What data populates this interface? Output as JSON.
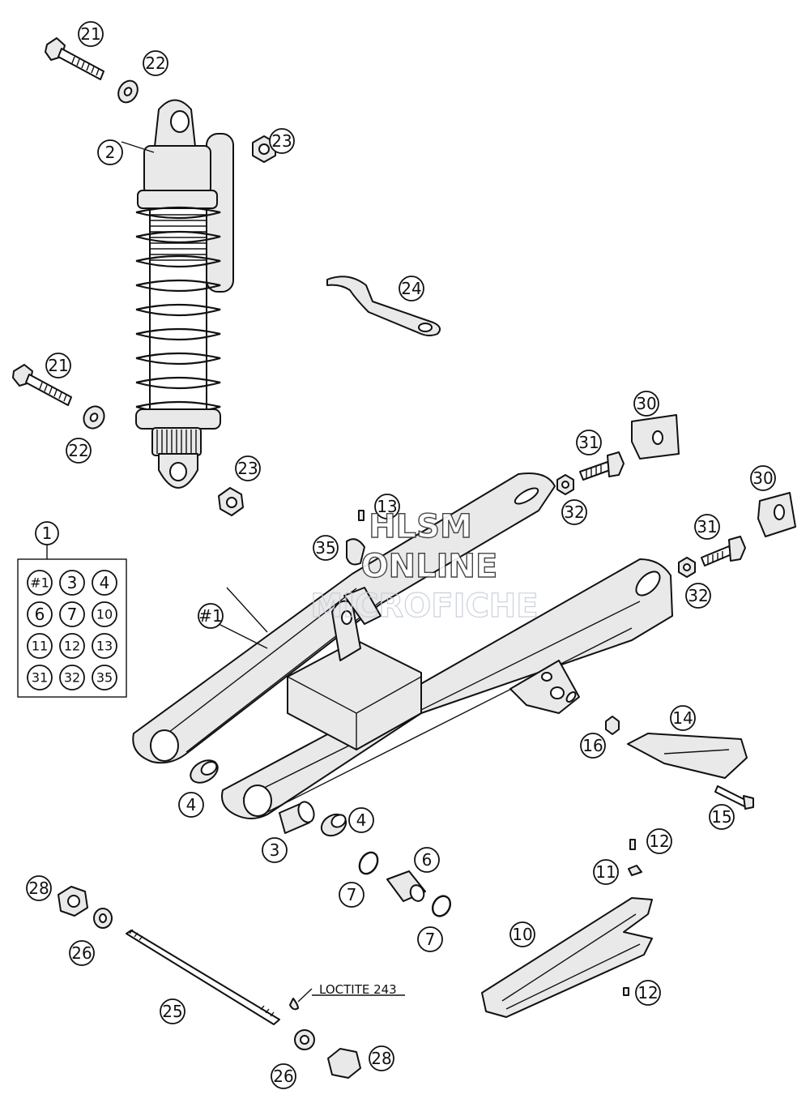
{
  "watermark": {
    "line1": "HLSM",
    "line2": "ONLINE",
    "line3": "MICROFICHE"
  },
  "kit_box": {
    "label": "1",
    "items": [
      "#1",
      "3",
      "4",
      "6",
      "7",
      "10",
      "11",
      "12",
      "13",
      "31",
      "32",
      "35"
    ]
  },
  "note": {
    "loctite": "LOCTITE 243"
  },
  "callouts": {
    "c21a": "21",
    "c22a": "22",
    "c2": "2",
    "c23a": "23",
    "c24": "24",
    "c21b": "21",
    "c22b": "22",
    "c23b": "23",
    "c30a": "30",
    "c31a": "31",
    "c32a": "32",
    "c30b": "30",
    "c31b": "31",
    "c32b": "32",
    "c13": "13",
    "c35": "35",
    "cH1": "#1",
    "c14": "14",
    "c16": "16",
    "c15": "15",
    "c4a": "4",
    "c4b": "4",
    "c3": "3",
    "c6": "6",
    "c7a": "7",
    "c7b": "7",
    "c12a": "12",
    "c11": "11",
    "c10": "10",
    "c12b": "12",
    "c28a": "28",
    "c26a": "26",
    "c25": "25",
    "c26b": "26",
    "c28b": "28"
  }
}
